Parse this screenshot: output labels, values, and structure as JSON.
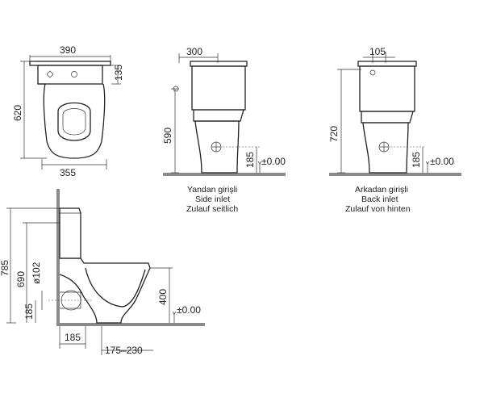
{
  "front_view": {
    "width_top": "390",
    "depth_tank": "135",
    "height": "620",
    "width_bottom": "355"
  },
  "side_view_left": {
    "inlet_offset": "300",
    "height": "590",
    "inlet_height": "185",
    "floor_ref": "±0.00",
    "caption": [
      "Yandan girişli",
      "Side inlet",
      "Zulauf seitlich"
    ]
  },
  "side_view_right": {
    "inlet_offset": "105",
    "height": "720",
    "inlet_height": "185",
    "floor_ref": "±0.00",
    "caption": [
      "Arkadan girişli",
      "Back inlet",
      "Zulauf von hinten"
    ]
  },
  "section_view": {
    "total_height": "785",
    "tank_height": "690",
    "outlet_diameter": "ø102",
    "outlet_height": "185",
    "seat_height": "400",
    "floor_ref": "±0.00",
    "outlet_offset": "185",
    "wall_distance": "175–230"
  }
}
